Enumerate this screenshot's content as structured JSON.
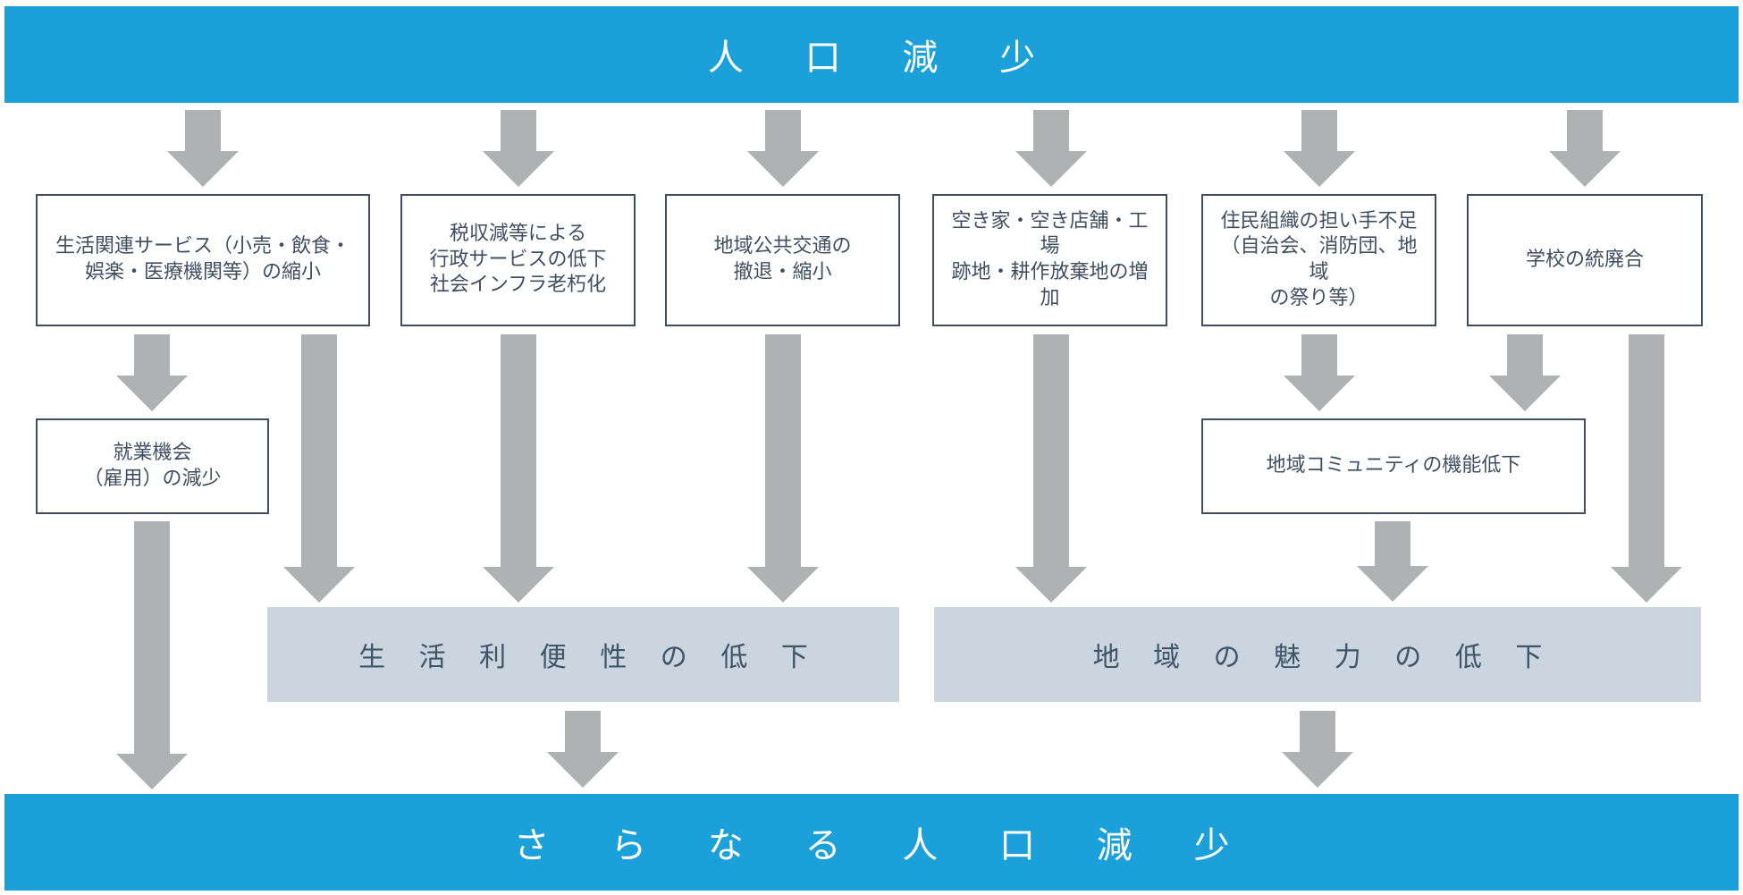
{
  "header": {
    "title": "人 口 減 少"
  },
  "boxes": {
    "life_services": "生活関連サービス（小売・飲食・\n娯楽・医療機関等）の縮小",
    "admin_services": "税収減等による\n行政サービスの低下\n社会インフラ老朽化",
    "public_transport": "地域公共交通の\n撤退・縮小",
    "vacant_houses": "空き家・空き店舗・工場\n跡地・耕作放棄地の増\n加",
    "resident_orgs": "住民組織の担い手不足\n（自治会、消防団、地域\nの祭り等）",
    "school_merger": "学校の統廃合",
    "employment": "就業機会\n（雇用）の減少",
    "community": "地域コミュニティの機能低下"
  },
  "bands": {
    "convenience": "生 活 利 便 性 の 低 下",
    "attractiveness": "地 域 の 魅 力 の 低 下"
  },
  "footer": {
    "title": "さ ら な る 人 口 減 少"
  }
}
